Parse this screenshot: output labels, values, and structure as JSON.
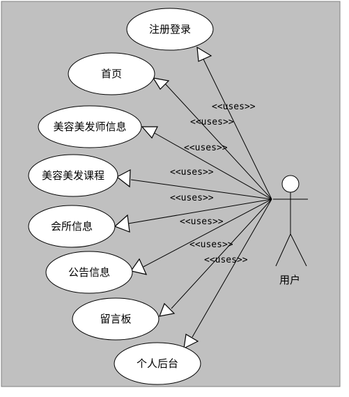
{
  "diagram": {
    "colors": {
      "background": "#c0c0c0",
      "ellipse_fill": "#ffffff",
      "stroke": "#000000"
    },
    "actor": {
      "label": "用户"
    },
    "use_cases": [
      {
        "id": "register-login",
        "label": "注册登录"
      },
      {
        "id": "home",
        "label": "首页"
      },
      {
        "id": "stylist-info",
        "label": "美容美发师信息"
      },
      {
        "id": "beauty-course",
        "label": "美容美发课程"
      },
      {
        "id": "club-info",
        "label": "会所信息"
      },
      {
        "id": "announcement",
        "label": "公告信息"
      },
      {
        "id": "message-board",
        "label": "留言板"
      },
      {
        "id": "personal-backend",
        "label": "个人后台"
      }
    ],
    "stereotype": "<<uses>>"
  }
}
